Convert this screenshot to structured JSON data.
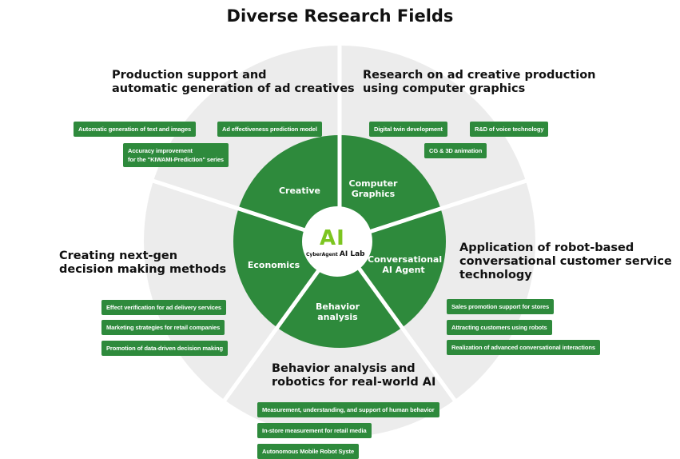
{
  "title": "Diverse Research Fields",
  "logo": {
    "mark": "AI",
    "company": "CyberAgent",
    "lab": "AI Lab"
  },
  "segments": [
    "Creative",
    "Computer\nGraphics",
    "Conversational\nAI Agent",
    "Behavior\nanalysis",
    "Economics"
  ],
  "areas": [
    {
      "heading": "Production support and\nautomatic generation of ad creatives",
      "tags": [
        "Automatic generation of text and images",
        "Ad effectiveness prediction model",
        "Accuracy improvement\nfor the \"KIWAMI-Prediction\" series"
      ]
    },
    {
      "heading": "Research on ad creative production\nusing computer graphics",
      "tags": [
        "Digital twin development",
        "R&D of voice technology",
        "CG & 3D animation"
      ]
    },
    {
      "heading": "Application of robot-based\nconversational customer service\ntechnology",
      "tags": [
        "Sales promotion support for stores",
        "Attracting customers using robots",
        "Realization of advanced conversational interactions"
      ]
    },
    {
      "heading": "Behavior analysis and\nrobotics for real-world AI",
      "tags": [
        "Measurement, understanding, and support of human behavior",
        "In-store measurement for retail media",
        "Autonomous Mobile Robot Syste"
      ]
    },
    {
      "heading": "Creating next-gen\ndecision making methods",
      "tags": [
        "Effect verification for ad delivery services",
        "Marketing strategies for retail companies",
        "Promotion of data-driven decision making"
      ]
    }
  ],
  "colors": {
    "green": "#2e8a3c",
    "gray": "#ececec",
    "logo": "#7cc520"
  }
}
